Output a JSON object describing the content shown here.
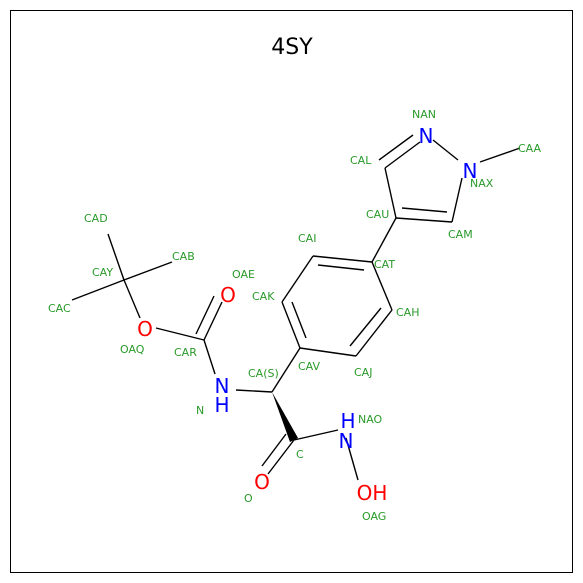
{
  "title": "4SY",
  "colors": {
    "label": "#2a9a2a",
    "nitrogen": "#0000ff",
    "oxygen": "#ff0000",
    "carbon_bond": "#000000"
  },
  "atoms": {
    "N1": "N",
    "N2": "N",
    "N3": "N",
    "O1": "O",
    "O2": "O",
    "O3": "O",
    "N4": "N",
    "H1": "H",
    "H2": "H",
    "OH": "OH"
  },
  "labels": {
    "NAN": "NAN",
    "CAA": "CAA",
    "NAX": "NAX",
    "CAL": "CAL",
    "CAU": "CAU",
    "CAM": "CAM",
    "CAI": "CAI",
    "CAT": "CAT",
    "CAK": "CAK",
    "CAH": "CAH",
    "CAV": "CAV",
    "CAJ": "CAJ",
    "CAD": "CAD",
    "CAB": "CAB",
    "CAY": "CAY",
    "CAC": "CAC",
    "OAE": "OAE",
    "OAQ": "OAQ",
    "CAR": "CAR",
    "CAS": "CA(S)",
    "N": "N",
    "NAO": "NAO",
    "C": "C",
    "O": "O",
    "OAG": "OAG"
  }
}
